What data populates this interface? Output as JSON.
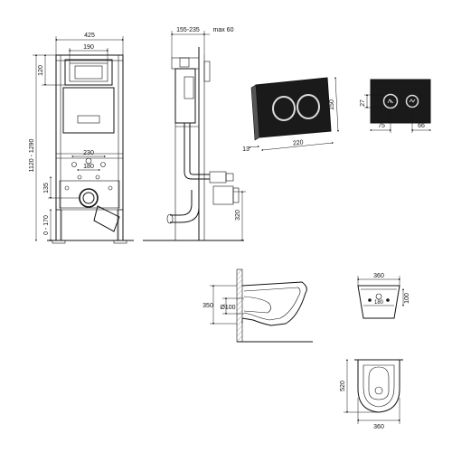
{
  "drawing": {
    "frame_front": {
      "overall_width": "425",
      "plate_width": "190",
      "plate_top_offset": "120",
      "height_range": "1120 - 1290",
      "anchor_230": "230",
      "anchor_180": "180",
      "outlet_height": "135",
      "leg_range": "0 - 170"
    },
    "frame_side": {
      "depth_range": "155-235",
      "max_depth": "max 60",
      "connection_height": "320"
    },
    "plate_round": {
      "height": "150",
      "width": "220",
      "thickness": "13"
    },
    "plate_square": {
      "height": "27",
      "button_spacing": "75",
      "edge_offset": "66"
    },
    "bowl_side": {
      "height": "350",
      "diameter": "Ø100"
    },
    "bowl_front": {
      "width": "360",
      "fixing_spacing": "180",
      "fixing_height": "100"
    },
    "bowl_top": {
      "length": "520",
      "width": "360"
    }
  }
}
